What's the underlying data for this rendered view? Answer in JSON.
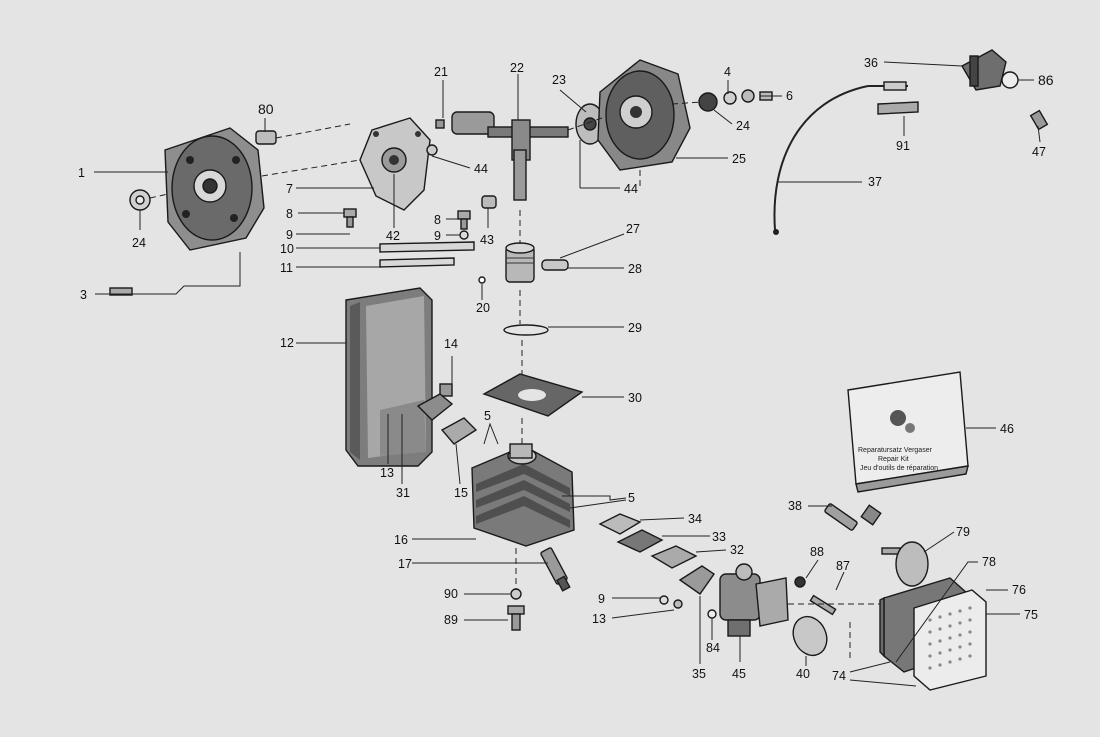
{
  "callouts": {
    "c1": "1",
    "c3": "3",
    "c4": "4",
    "c5a": "5",
    "c5b": "5",
    "c6": "6",
    "c7": "7",
    "c8a": "8",
    "c8b": "8",
    "c9a": "9",
    "c9b": "9",
    "c9c": "9",
    "c10": "10",
    "c11": "11",
    "c12": "12",
    "c13a": "13",
    "c13b": "13",
    "c14": "14",
    "c15": "15",
    "c16": "16",
    "c17": "17",
    "c20": "20",
    "c21": "21",
    "c22": "22",
    "c23": "23",
    "c24a": "24",
    "c24b": "24",
    "c25": "25",
    "c27": "27",
    "c28": "28",
    "c29": "29",
    "c30": "30",
    "c31": "31",
    "c32": "32",
    "c33": "33",
    "c34": "34",
    "c35": "35",
    "c36": "36",
    "c37": "37",
    "c38": "38",
    "c40": "40",
    "c42": "42",
    "c43": "43",
    "c44a": "44",
    "c44b": "44",
    "c45": "45",
    "c46": "46",
    "c47": "47",
    "c74": "74",
    "c75": "75",
    "c76": "76",
    "c78": "78",
    "c79": "79",
    "c80": "80",
    "c84": "84",
    "c86": "86",
    "c87": "87",
    "c88": "88",
    "c89": "89",
    "c90": "90",
    "c91": "91"
  },
  "repair_kit": {
    "line1": "Reparatursatz Vergaser",
    "line2": "Repair Kit",
    "line3": "Jeu d'outils de réparation"
  },
  "colors": {
    "background": "#e4e4e4",
    "ink": "#1a1a1a",
    "part_shade": "#bdbdbd",
    "part_dark": "#555555"
  }
}
